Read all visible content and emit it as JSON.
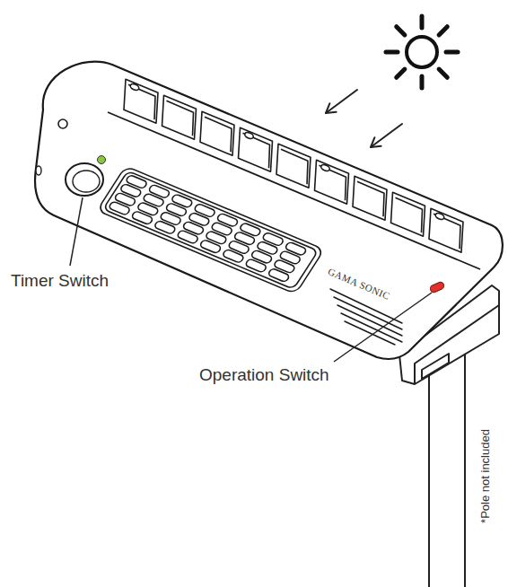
{
  "diagram": {
    "labels": [
      "Timer Switch",
      "Operation Switch",
      "GAMA SONIC",
      "*Pole not included"
    ]
  }
}
